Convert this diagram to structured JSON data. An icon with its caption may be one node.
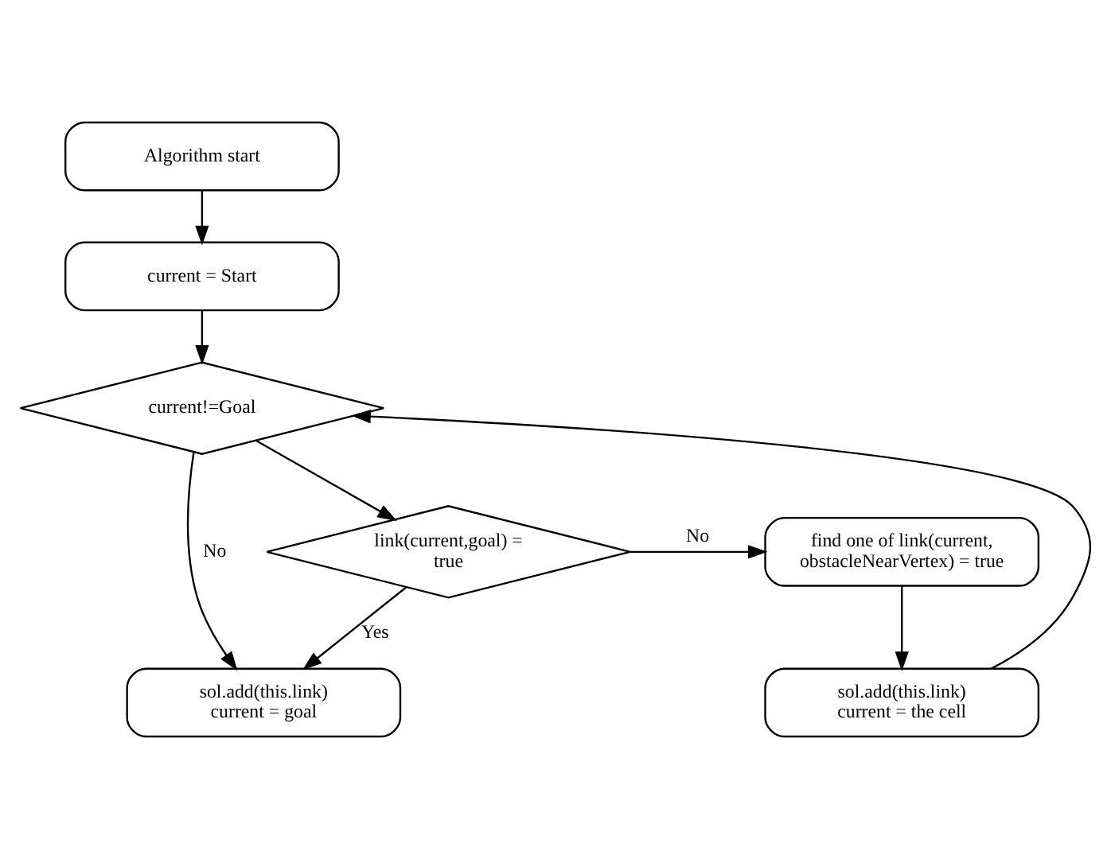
{
  "diagram": {
    "nodes": [
      {
        "text": [
          "Algorithm start"
        ]
      },
      {
        "text": [
          "current = Start"
        ]
      },
      {
        "text": [
          "current!=Goal"
        ]
      },
      {
        "text": [
          "link(current,goal) = true"
        ]
      },
      {
        "text": [
          "find one of link(current, obstacleNearVertex) = true"
        ]
      },
      {
        "text": [
          "sol.add(this.link) current = goal"
        ]
      },
      {
        "text": [
          "sol.add(this.link) current = the cell"
        ]
      }
    ],
    "edges": [
      {
        "from": 0,
        "to": 1,
        "arrow": "to"
      },
      {
        "from": 1,
        "to": 2,
        "arrow": "to"
      },
      {
        "from": 2,
        "to": 3,
        "arrow": "to"
      },
      {
        "from": 2,
        "to": 5,
        "arrow": "to",
        "label": "No"
      },
      {
        "from": 3,
        "to": 5,
        "arrow": "to",
        "label": "Yes"
      },
      {
        "from": 3,
        "to": 4,
        "arrow": "to",
        "label": "No"
      },
      {
        "from": 4,
        "to": 6,
        "arrow": "to"
      },
      {
        "from": 6,
        "to": 2,
        "arrow": "to"
      }
    ]
  }
}
